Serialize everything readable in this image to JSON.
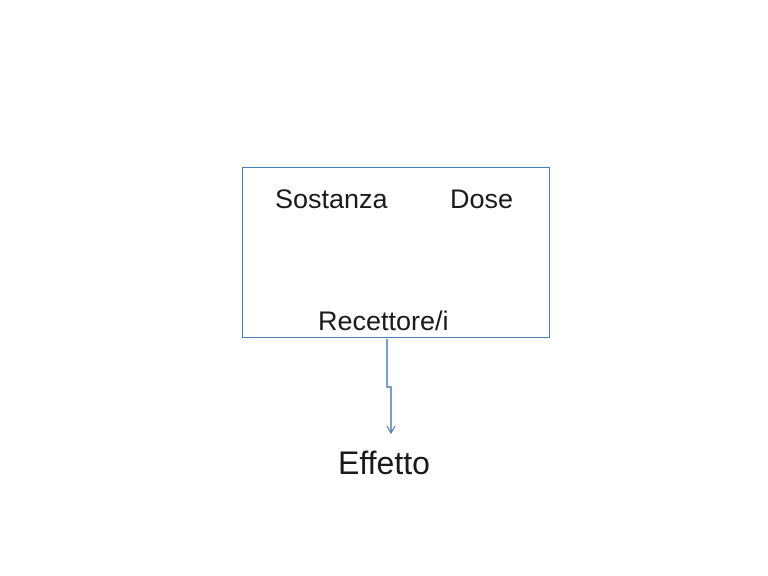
{
  "diagram": {
    "box_labels": {
      "substance": "Sostanza",
      "dose": "Dose",
      "receptor": "Recettore/i"
    },
    "outcome": "Effetto",
    "colors": {
      "box_border": "#4a7ebb",
      "connector": "#4a7ebb",
      "text": "#1a1a1a"
    }
  }
}
